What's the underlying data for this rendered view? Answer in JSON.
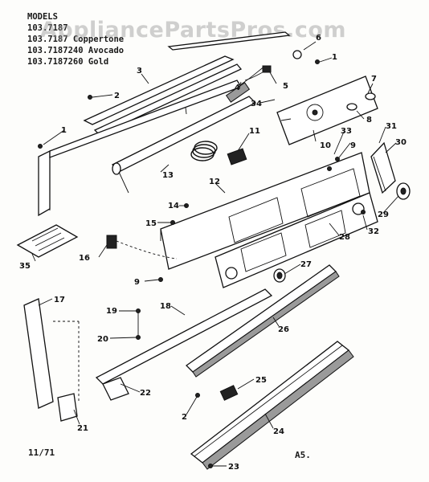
{
  "header": {
    "heading": "MODELS",
    "models": [
      {
        "number": "103.7187",
        "color": ""
      },
      {
        "number": "103.7187",
        "color": "Coppertone"
      },
      {
        "number": "103.7187240",
        "color": "Avocado"
      },
      {
        "number": "103.7187260",
        "color": "Gold"
      }
    ]
  },
  "watermark": "AppliancePartsPros.com",
  "callouts": [
    "1",
    "2",
    "3",
    "4",
    "5",
    "6",
    "7",
    "8",
    "9",
    "10",
    "11",
    "12",
    "13",
    "14",
    "15",
    "16",
    "9",
    "17",
    "18",
    "19",
    "20",
    "21",
    "22",
    "2",
    "23",
    "24",
    "25",
    "26",
    "27",
    "28",
    "29",
    "30",
    "31",
    "32",
    "33",
    "34",
    "35",
    "1"
  ],
  "footer": {
    "date_code": "11/71",
    "page_code": "A5."
  },
  "colors": {
    "ink": "#111111",
    "paper": "#fdfdfb",
    "watermark": "#969696"
  }
}
